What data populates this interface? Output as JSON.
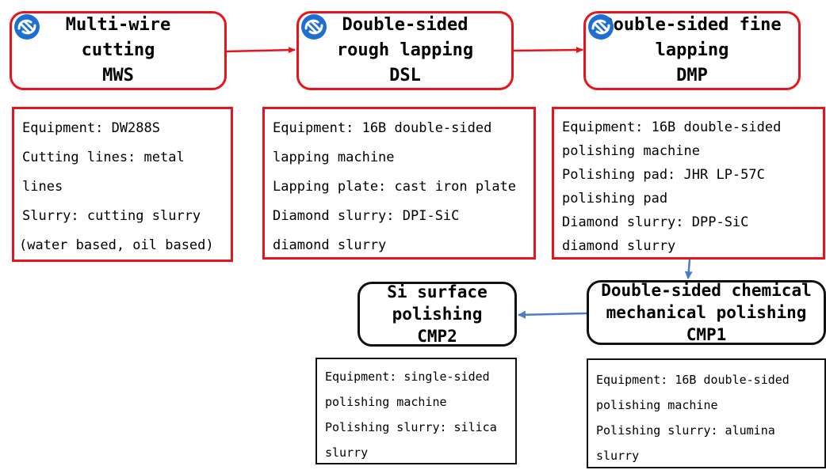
{
  "colors": {
    "accent_red": "#e8141b",
    "arrow_blue": "#4a7dc4",
    "logo_blue": "#1d6fd1"
  },
  "logo_icon": "company-swirl-logo",
  "steps": {
    "mws": {
      "lines": [
        "Multi-wire",
        "cutting",
        "MWS"
      ]
    },
    "dsl": {
      "lines": [
        "Double-sided",
        "rough lapping",
        "DSL"
      ]
    },
    "dmp": {
      "lines": [
        "Double-sided fine",
        "lapping",
        "DMP"
      ]
    },
    "cmp1": {
      "lines": [
        "Double-sided chemical",
        "mechanical polishing",
        "CMP1"
      ]
    },
    "cmp2": {
      "lines": [
        "Si surface",
        "polishing",
        "CMP2"
      ]
    }
  },
  "details": {
    "mws": {
      "lines": [
        "Equipment: DW288S",
        "Cutting lines: metal",
        "lines",
        "Slurry: cutting slurry",
        "(water based, oil based)"
      ]
    },
    "dsl": {
      "lines": [
        "Equipment: 16B double-sided",
        "lapping machine",
        "Lapping plate: cast iron plate",
        "Diamond slurry: DPI-SiC",
        "diamond slurry"
      ]
    },
    "dmp": {
      "lines": [
        "Equipment: 16B double-sided",
        "polishing machine",
        "Polishing pad: JHR LP-57C",
        "polishing pad",
        "Diamond slurry: DPP-SiC",
        "diamond slurry"
      ]
    },
    "cmp2": {
      "lines": [
        "Equipment: single-sided",
        "polishing machine",
        "Polishing slurry: silica",
        "slurry"
      ]
    },
    "cmp1": {
      "lines": [
        "Equipment: 16B double-sided",
        "polishing machine",
        "Polishing slurry: alumina",
        "slurry"
      ]
    }
  }
}
